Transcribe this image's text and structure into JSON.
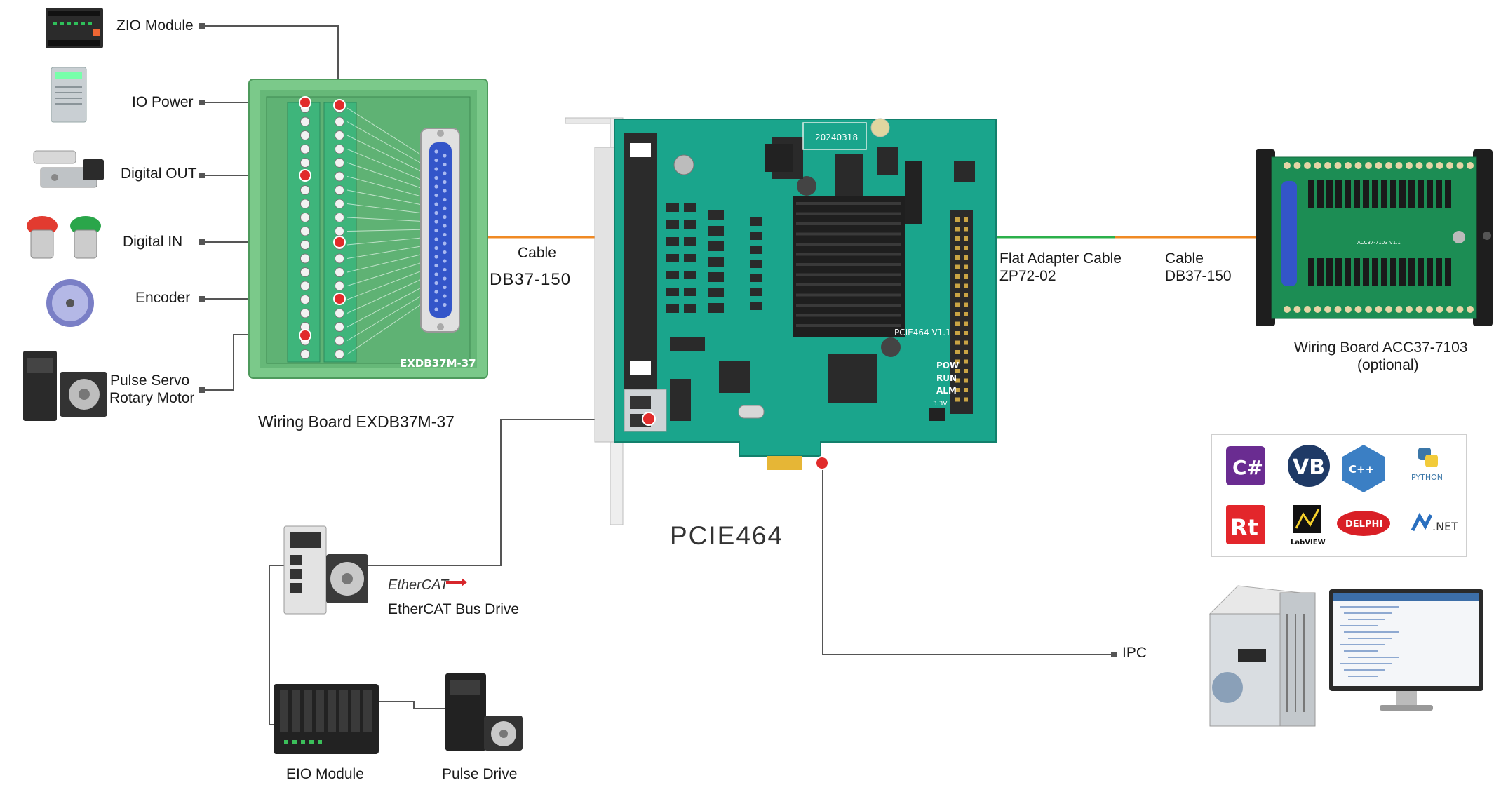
{
  "peripherals_left": {
    "zio": "ZIO Module",
    "io_power": "IO Power",
    "digital_out": "Digital OUT",
    "digital_in": "Digital IN",
    "encoder": "Encoder",
    "servo_line1": "Pulse Servo",
    "servo_line2": "Rotary Motor"
  },
  "board_left": {
    "caption": "Wiring Board EXDB37M-37",
    "silk": "EXDB37M-37"
  },
  "cable_left": {
    "line1": "Cable",
    "line2": "DB37-150"
  },
  "card": {
    "name": "PCIE464",
    "date_silk": "20240318",
    "model_silk": "PCIE464 V1.1",
    "led_pow": "POW",
    "led_run": "RUN",
    "led_alm": "ALM",
    "voltage": "3.3V"
  },
  "flat_cable": {
    "line1": "Flat Adapter Cable",
    "line2": "ZP72-02"
  },
  "cable_right": {
    "line1": "Cable",
    "line2": "DB37-150"
  },
  "board_right": {
    "caption_line1": "Wiring Board ACC37-7103",
    "caption_line2": "(optional)",
    "silk": "ACC37-7103 V1.1"
  },
  "bottom": {
    "ethercat_logo": "EtherCAT",
    "ethercat_drive": "EtherCAT Bus Drive",
    "eio": "EIO Module",
    "pulse_drive": "Pulse Drive"
  },
  "ipc": "IPC",
  "languages": {
    "csharp": "C#",
    "vb": "VB",
    "cpp": "C++",
    "python": "PYTHON",
    "rt": "Rt",
    "labview": "LabVIEW",
    "delphi": "DELPHI",
    "dotnet": ".NET"
  },
  "colors": {
    "pcb": "#1aa58c",
    "din_rail": "#6cbf7a",
    "terminal": "#3bb57a",
    "db_blue": "#3355c9",
    "orange_cable": "#f08a24",
    "green_cable": "#2bb04a",
    "leader": "#555555",
    "marker_red": "#e12b2b"
  }
}
